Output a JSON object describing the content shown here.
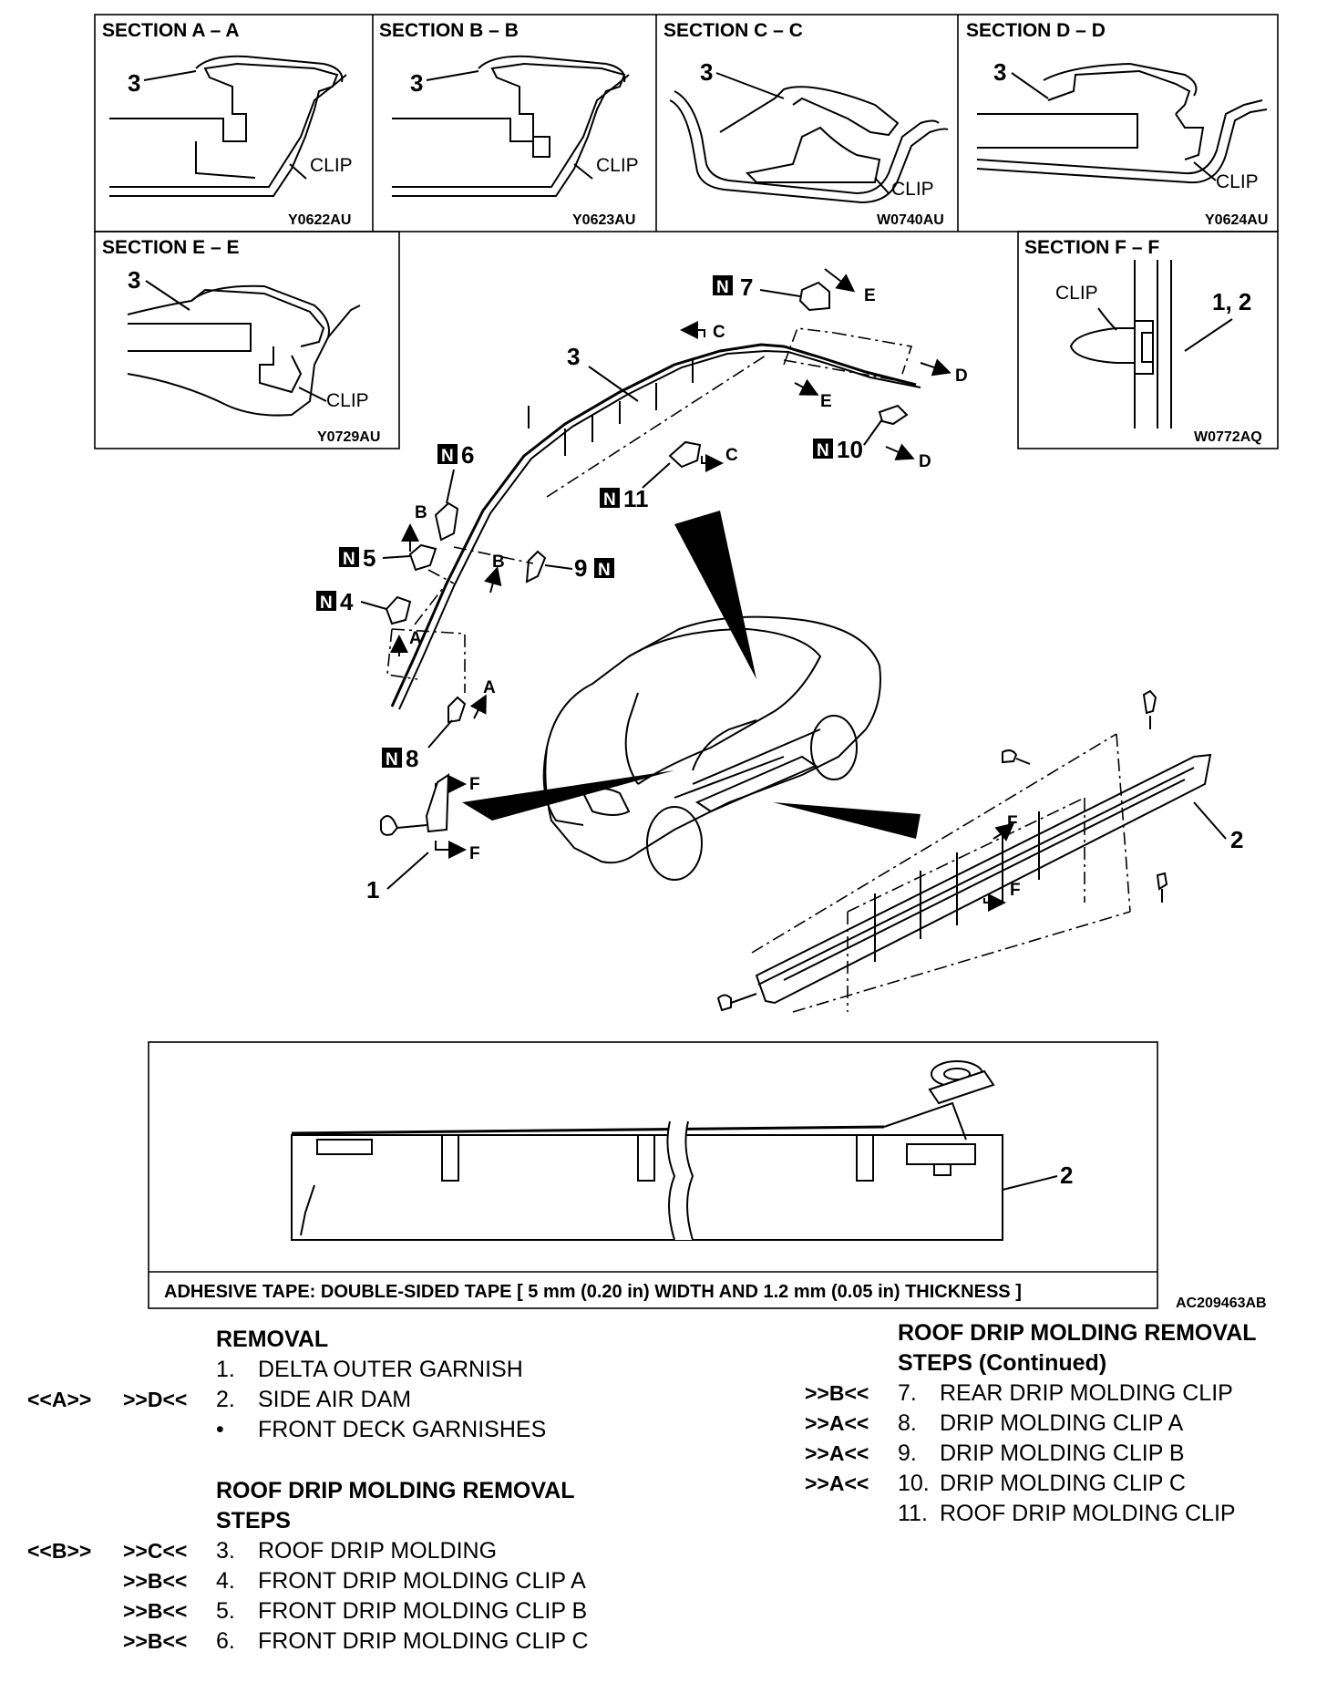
{
  "sections": [
    {
      "title": "SECTION A – A",
      "part": "3",
      "clip": "CLIP",
      "code": "Y0622AU"
    },
    {
      "title": "SECTION B – B",
      "part": "3",
      "clip": "CLIP",
      "code": "Y0623AU"
    },
    {
      "title": "SECTION C – C",
      "part": "3",
      "clip": "CLIP",
      "code": "W0740AU"
    },
    {
      "title": "SECTION D – D",
      "part": "3",
      "clip": "CLIP",
      "code": "Y0624AU"
    },
    {
      "title": "SECTION E – E",
      "part": "3",
      "clip": "CLIP",
      "code": "Y0729AU"
    },
    {
      "title": "SECTION F – F",
      "part": "1, 2",
      "clip": "CLIP",
      "code": "W0772AQ"
    }
  ],
  "badge_letter": "N",
  "callouts": {
    "n1": "1",
    "n2": "2",
    "n3": "3",
    "n4": "4",
    "n5": "5",
    "n6": "6",
    "n7": "7",
    "n8": "8",
    "n9": "9",
    "n10": "10",
    "n11": "11"
  },
  "arrow_letters": {
    "A": "A",
    "B": "B",
    "C": "C",
    "D": "D",
    "E": "E",
    "F": "F"
  },
  "tape_note": "ADHESIVE TAPE: DOUBLE-SIDED TAPE [ 5 mm (0.20 in) WIDTH AND 1.2 mm (0.05 in) THICKNESS ]",
  "figure_code": "AC209463AB",
  "removal": {
    "heading": "REMOVAL",
    "items": [
      {
        "marks": [
          "",
          ""
        ],
        "num": "1.",
        "text": "DELTA OUTER GARNISH"
      },
      {
        "marks": [
          "<<A>>",
          ">>D<<"
        ],
        "num": "2.",
        "text": "SIDE AIR DAM"
      },
      {
        "marks": [
          "",
          ""
        ],
        "num": "•",
        "text": "FRONT DECK GARNISHES"
      }
    ]
  },
  "roof_steps": {
    "heading1": "ROOF DRIP MOLDING REMOVAL",
    "heading2": "STEPS",
    "items": [
      {
        "marks": [
          "<<B>>",
          ">>C<<"
        ],
        "num": "3.",
        "text": "ROOF DRIP MOLDING"
      },
      {
        "marks": [
          "",
          ">>B<<"
        ],
        "num": "4.",
        "text": "FRONT DRIP MOLDING CLIP A"
      },
      {
        "marks": [
          "",
          ">>B<<"
        ],
        "num": "5.",
        "text": "FRONT DRIP MOLDING CLIP B"
      },
      {
        "marks": [
          "",
          ">>B<<"
        ],
        "num": "6.",
        "text": "FRONT DRIP MOLDING CLIP C"
      }
    ]
  },
  "roof_steps_cont": {
    "heading1": "ROOF DRIP MOLDING REMOVAL",
    "heading2": "STEPS (Continued)",
    "items": [
      {
        "mark": ">>B<<",
        "num": "7.",
        "text": "REAR DRIP MOLDING CLIP"
      },
      {
        "mark": ">>A<<",
        "num": "8.",
        "text": "DRIP MOLDING CLIP A"
      },
      {
        "mark": ">>A<<",
        "num": "9.",
        "text": "DRIP MOLDING CLIP B"
      },
      {
        "mark": ">>A<<",
        "num": "10.",
        "text": "DRIP MOLDING CLIP C"
      },
      {
        "mark": "",
        "num": "11.",
        "text": "ROOF DRIP MOLDING CLIP"
      }
    ]
  }
}
